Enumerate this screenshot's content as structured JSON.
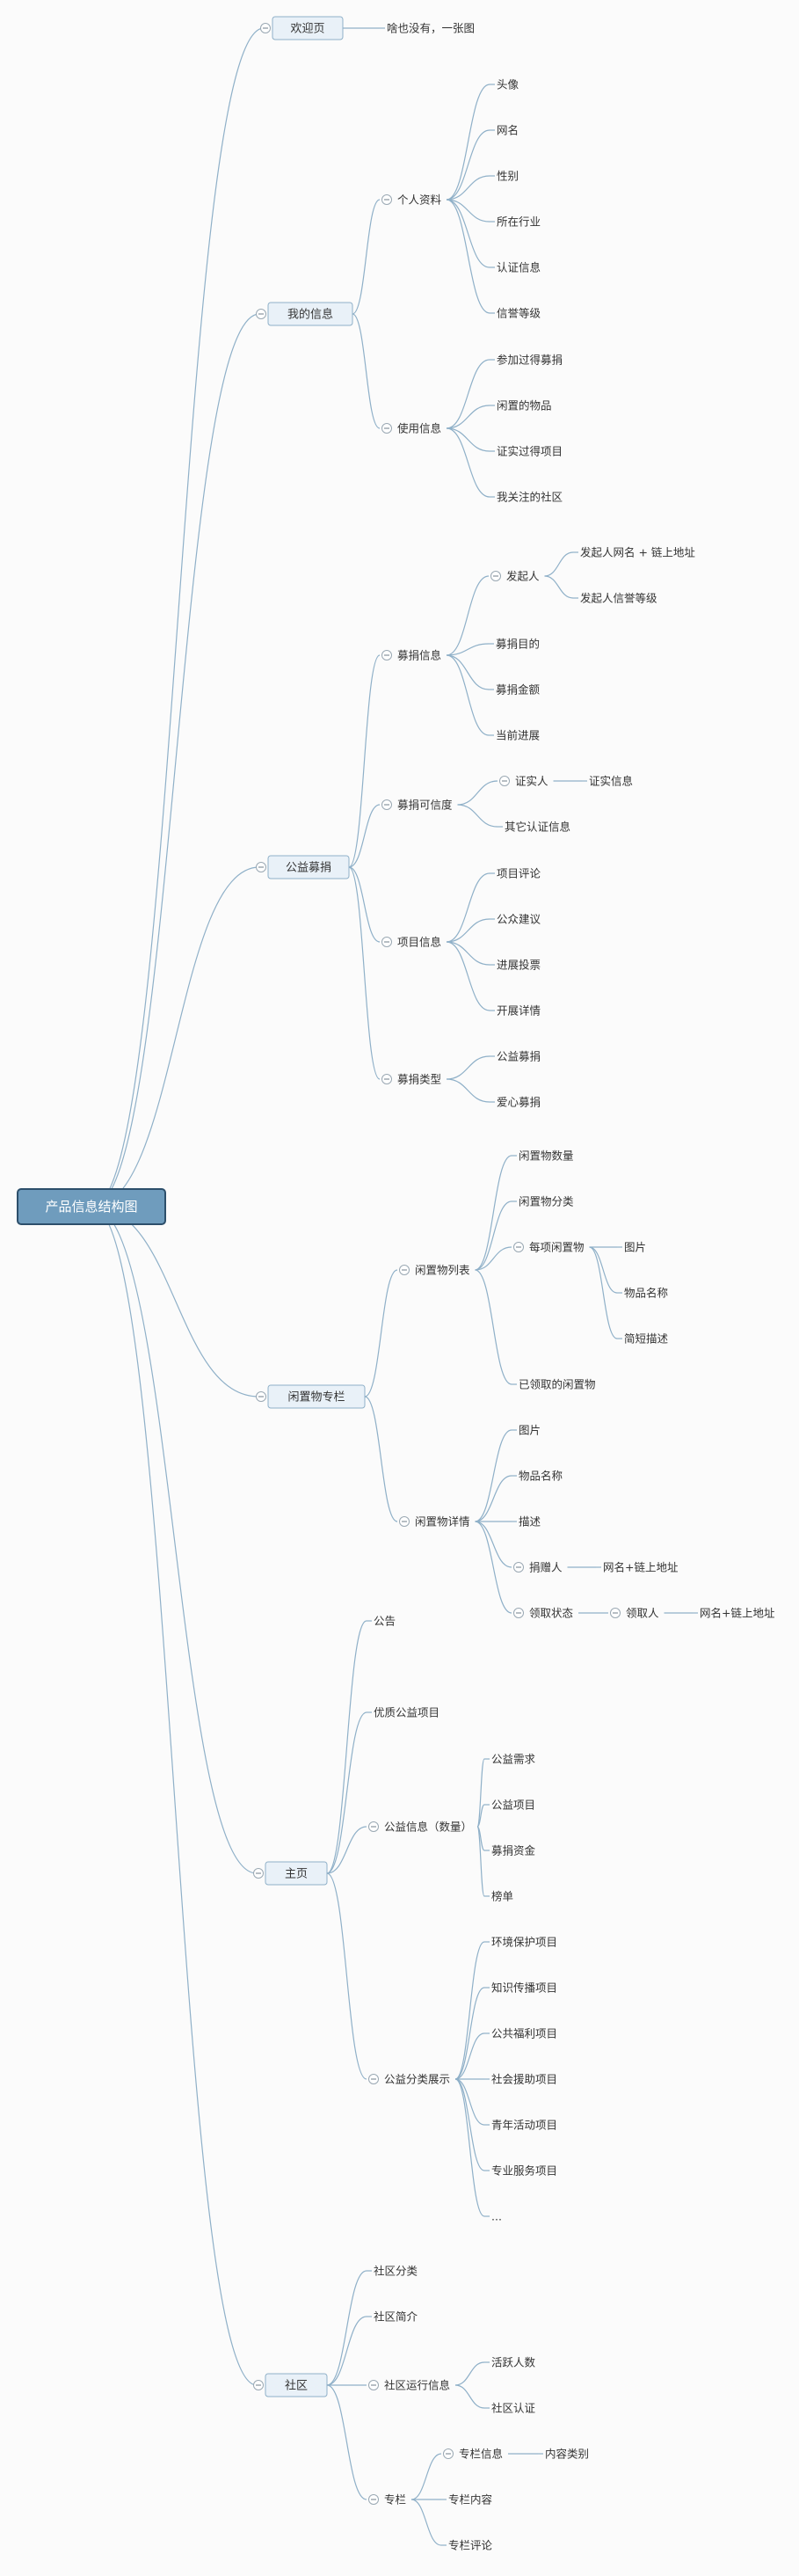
{
  "colors": {
    "line": "#8fb0c8",
    "root_fill": "#6f9cbd",
    "root_border": "#2d4f6b",
    "box_fill": "#e9f1f8",
    "box_border": "#8fb0c8",
    "text": "#333333"
  },
  "root": {
    "label": "产品信息结构图"
  },
  "branches": [
    {
      "label": "欢迎页",
      "children": [
        {
          "label": "啥也没有，一张图"
        }
      ]
    },
    {
      "label": "我的信息",
      "children": [
        {
          "label": "个人资料",
          "children": [
            {
              "label": "头像"
            },
            {
              "label": "网名"
            },
            {
              "label": "性别"
            },
            {
              "label": "所在行业"
            },
            {
              "label": "认证信息"
            },
            {
              "label": "信誉等级"
            }
          ]
        },
        {
          "label": "使用信息",
          "children": [
            {
              "label": "参加过得募捐"
            },
            {
              "label": "闲置的物品"
            },
            {
              "label": "证实过得项目"
            },
            {
              "label": "我关注的社区"
            }
          ]
        }
      ]
    },
    {
      "label": "公益募捐",
      "children": [
        {
          "label": "募捐信息",
          "children": [
            {
              "label": "发起人",
              "children": [
                {
                  "label": "发起人网名 + 链上地址"
                },
                {
                  "label": "发起人信誉等级"
                }
              ]
            },
            {
              "label": "募捐目的"
            },
            {
              "label": "募捐金额"
            },
            {
              "label": "当前进展"
            }
          ]
        },
        {
          "label": "募捐可信度",
          "children": [
            {
              "label": "证实人",
              "children": [
                {
                  "label": "证实信息"
                }
              ]
            },
            {
              "label": "其它认证信息"
            }
          ]
        },
        {
          "label": "项目信息",
          "children": [
            {
              "label": "项目评论"
            },
            {
              "label": "公众建议"
            },
            {
              "label": "进展投票"
            },
            {
              "label": "开展详情"
            }
          ]
        },
        {
          "label": "募捐类型",
          "children": [
            {
              "label": "公益募捐"
            },
            {
              "label": "爱心募捐"
            }
          ]
        }
      ]
    },
    {
      "label": "闲置物专栏",
      "children": [
        {
          "label": "闲置物列表",
          "children": [
            {
              "label": "闲置物数量"
            },
            {
              "label": "闲置物分类"
            },
            {
              "label": "每项闲置物",
              "children": [
                {
                  "label": "图片"
                },
                {
                  "label": "物品名称"
                },
                {
                  "label": "简短描述"
                }
              ]
            },
            {
              "label": "已领取的闲置物"
            }
          ]
        },
        {
          "label": "闲置物详情",
          "children": [
            {
              "label": "图片"
            },
            {
              "label": "物品名称"
            },
            {
              "label": "描述"
            },
            {
              "label": "捐赠人",
              "children": [
                {
                  "label": "网名+链上地址"
                }
              ]
            },
            {
              "label": "领取状态",
              "children": [
                {
                  "label": "领取人",
                  "children": [
                    {
                      "label": "网名+链上地址"
                    }
                  ]
                }
              ]
            }
          ]
        }
      ]
    },
    {
      "label": "主页",
      "children": [
        {
          "label": "公告"
        },
        {
          "label": "优质公益项目"
        },
        {
          "label": "公益信息（数量）",
          "children": [
            {
              "label": "公益需求"
            },
            {
              "label": "公益项目"
            },
            {
              "label": "募捐资金"
            },
            {
              "label": "榜单"
            }
          ]
        },
        {
          "label": "公益分类展示",
          "children": [
            {
              "label": "环境保护项目"
            },
            {
              "label": "知识传播项目"
            },
            {
              "label": "公共福利项目"
            },
            {
              "label": "社会援助项目"
            },
            {
              "label": "青年活动项目"
            },
            {
              "label": "专业服务项目"
            },
            {
              "label": "..."
            }
          ]
        }
      ]
    },
    {
      "label": "社区",
      "children": [
        {
          "label": "社区分类"
        },
        {
          "label": "社区简介"
        },
        {
          "label": "社区运行信息",
          "children": [
            {
              "label": "活跃人数"
            },
            {
              "label": "社区认证"
            }
          ]
        },
        {
          "label": "专栏",
          "children": [
            {
              "label": "专栏信息",
              "children": [
                {
                  "label": "内容类别"
                }
              ]
            },
            {
              "label": "专栏内容"
            },
            {
              "label": "专栏评论"
            }
          ]
        }
      ]
    }
  ]
}
